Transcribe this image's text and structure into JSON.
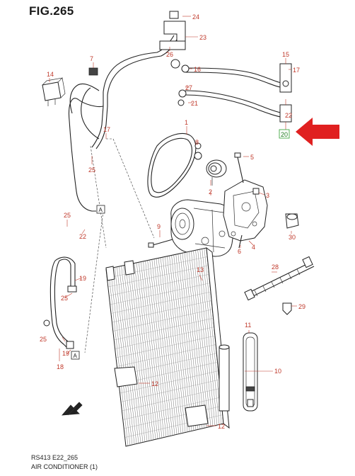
{
  "figure": {
    "title": "FIG.265",
    "footer_code": "RS413 E22_265",
    "footer_desc": "AIR CONDITIONER (1)"
  },
  "callouts": {
    "c1": "1",
    "c2": "2",
    "c3": "3",
    "c4": "4",
    "c5": "5",
    "c6": "6",
    "c7": "7",
    "c8": "8",
    "c9": "9",
    "c10": "10",
    "c11": "11",
    "c12a": "12",
    "c12b": "12",
    "c13": "13",
    "c14": "14",
    "c15": "15",
    "c16": "16",
    "c17a": "17",
    "c17b": "17",
    "c18": "18",
    "c19a": "19",
    "c19b": "19",
    "c20": "20",
    "c21": "21",
    "c22a": "22",
    "c22b": "22",
    "c23": "23",
    "c24": "24",
    "c25a": "25",
    "c25b": "25",
    "c25c": "25",
    "c25d": "25",
    "c26": "26",
    "c27": "27",
    "c28": "28",
    "c29": "29",
    "c30": "30"
  },
  "references": {
    "ref_a_top": "A",
    "ref_a_bottom": "A"
  },
  "highlight": {
    "part_number": "20",
    "arrow_color": "#e02020",
    "highlight_color": "#2e9e2e"
  },
  "colors": {
    "callout": "#c0392b",
    "line": "#222222"
  }
}
